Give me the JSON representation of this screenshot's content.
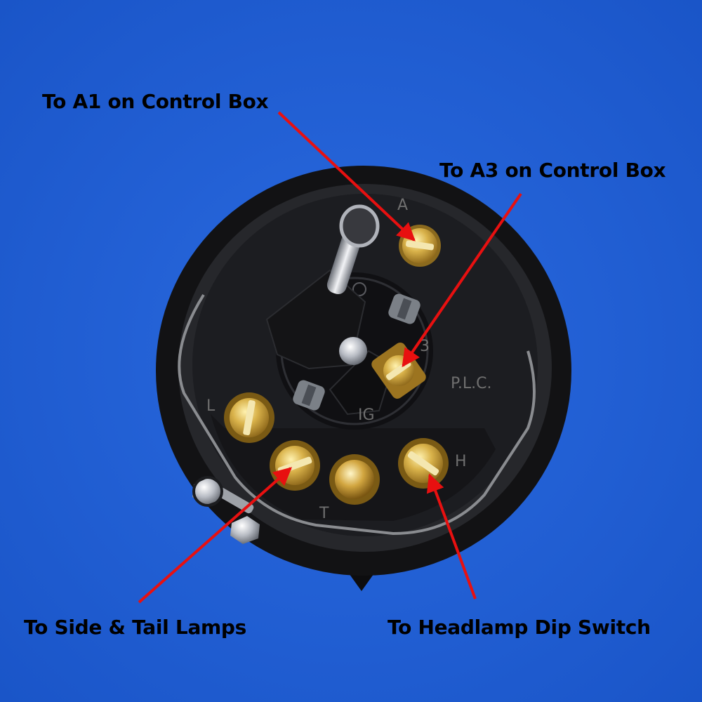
{
  "colors": {
    "background": "#1e5fd6",
    "arrow": "#e81010",
    "label_text": "#000000",
    "brass": "#c9a23c"
  },
  "labels": {
    "a1": "To A1 on Control Box",
    "a3": "To A3 on Control Box",
    "side_tail": "To Side & Tail Lamps",
    "headlamp": "To Headlamp Dip Switch"
  },
  "embossed": {
    "brand": "P.L.C.",
    "a": "A",
    "three": "3",
    "ig": "IG",
    "l": "L",
    "h": "H",
    "t": "T"
  }
}
